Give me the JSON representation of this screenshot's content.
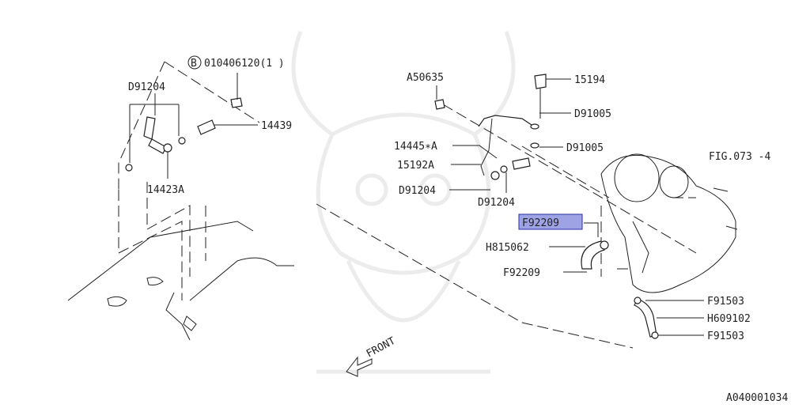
{
  "callouts": {
    "b010406120": "010406120(1 )",
    "d91204_left": "D91204",
    "p14439": "14439",
    "p14423a": "14423A",
    "a50635": "A50635",
    "p15194": "15194",
    "d91005_a": "D91005",
    "d91005_b": "D91005",
    "p14445a": "14445∗A",
    "p15192a": "15192A",
    "d91204_mid": "D91204",
    "d91204_low": "D91204",
    "fig073": "FIG.073 -4",
    "f92209_hl": "F92209",
    "h815062": "H815062",
    "f92209": "F92209",
    "f91503_a": "F91503",
    "h609102": "H609102",
    "f91503_b": "F91503"
  },
  "circled_marker": "B",
  "front_label": "FRONT",
  "diagram_code": "A040001034",
  "colors": {
    "highlight": "#9ea3e6",
    "highlight_border": "#2a2fa0",
    "line": "#222222"
  }
}
